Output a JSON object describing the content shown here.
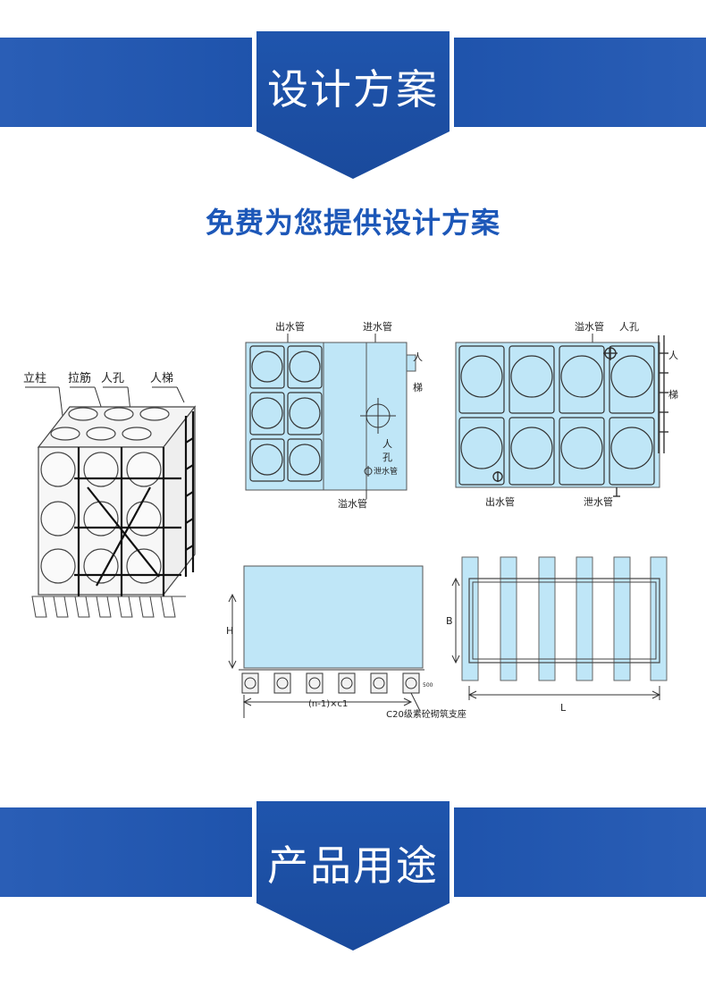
{
  "banner_top": {
    "title": "设计方案"
  },
  "subtitle": "免费为您提供设计方案",
  "iso_view": {
    "labels": [
      "立柱",
      "拉筋",
      "人孔",
      "人梯"
    ]
  },
  "plan_view_1": {
    "outlet_pipe": "出水管",
    "inlet_pipe": "进水管",
    "ladder": [
      "人",
      "梯"
    ],
    "manhole": [
      "人",
      "孔"
    ],
    "drain_pipe": "泄水管",
    "overflow_pipe": "溢水管"
  },
  "plan_view_2": {
    "overflow_pipe": "溢水管",
    "manhole": "人孔",
    "ladder": [
      "人",
      "梯"
    ],
    "outlet_pipe": "出水管",
    "drain_pipe": "泄水管"
  },
  "elevation_view": {
    "height_label": "H",
    "spacing_label": "(n-1)×c1",
    "base_note": "C20级素砼砌筑支座",
    "small_note": "500"
  },
  "base_plan_view": {
    "width_label": "B",
    "length_label": "L"
  },
  "banner_bottom": {
    "title": "产品用途"
  },
  "colors": {
    "banner_blue": "#1a4fa8",
    "subtitle_blue": "#1c57b8",
    "tank_fill": "#bfe6f7"
  }
}
